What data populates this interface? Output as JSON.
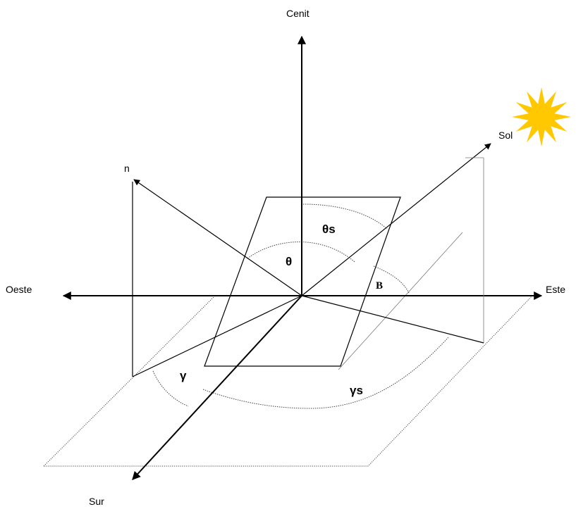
{
  "diagram": {
    "labels": {
      "zenith": "Cenit",
      "sun": "Sol",
      "normal": "n",
      "west": "Oeste",
      "east": "Este",
      "south": "Sur",
      "theta": "θ",
      "theta_s": "θs",
      "beta": "B",
      "gamma": "γ",
      "gamma_s": "γs"
    },
    "colors": {
      "sun": "#ffc800",
      "lines": "#000000",
      "guides": "#555555"
    },
    "icons": {
      "sun": "sun-icon"
    }
  }
}
